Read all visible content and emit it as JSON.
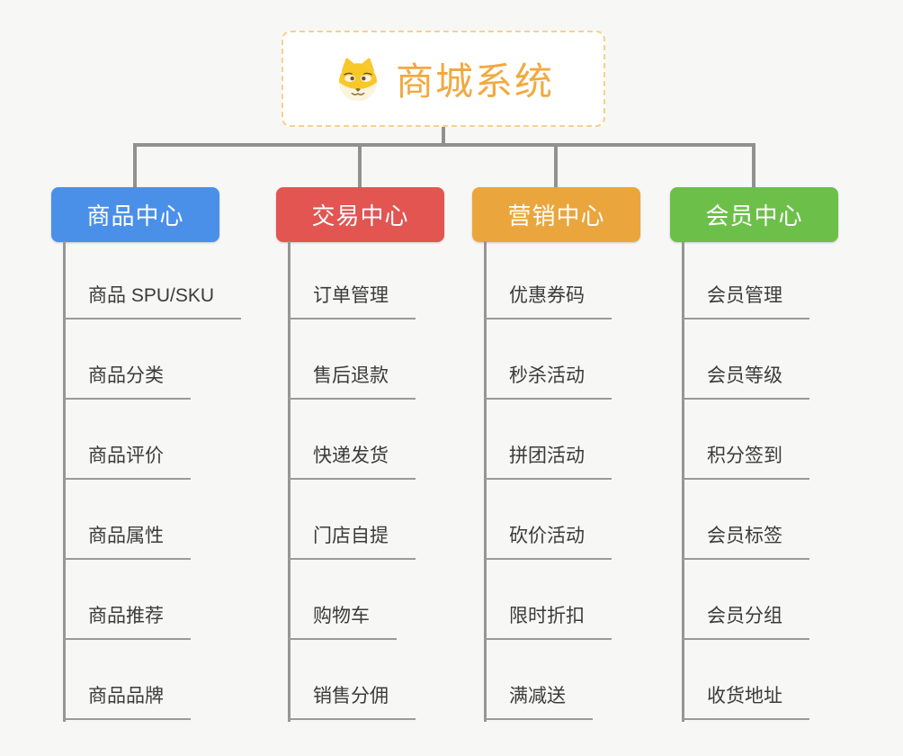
{
  "root": {
    "label": "商城系统",
    "icon": "shiba-dog-icon",
    "text_color": "#f2a940",
    "border_color": "#f6d08c"
  },
  "connector_color": "#919191",
  "background_color": "#f7f7f6",
  "branches": [
    {
      "label": "商品中心",
      "color": "#4a90e8",
      "items": [
        "商品 SPU/SKU",
        "商品分类",
        "商品评价",
        "商品属性",
        "商品推荐",
        "商品品牌"
      ]
    },
    {
      "label": "交易中心",
      "color": "#e25551",
      "items": [
        "订单管理",
        "售后退款",
        "快递发货",
        "门店自提",
        "购物车",
        "销售分佣"
      ]
    },
    {
      "label": "营销中心",
      "color": "#eaa63c",
      "items": [
        "优惠券码",
        "秒杀活动",
        "拼团活动",
        "砍价活动",
        "限时折扣",
        "满减送"
      ]
    },
    {
      "label": "会员中心",
      "color": "#6cc04a",
      "items": [
        "会员管理",
        "会员等级",
        "积分签到",
        "会员标签",
        "会员分组",
        "收货地址"
      ]
    }
  ]
}
